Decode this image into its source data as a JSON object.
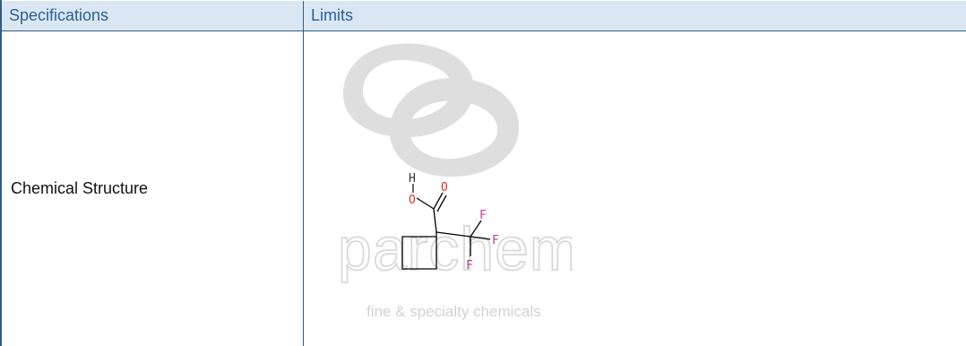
{
  "table": {
    "headers": [
      "Specifications",
      "Limits"
    ],
    "rows": [
      {
        "specification": "Chemical Structure",
        "structure": {
          "atoms": [
            "H",
            "O",
            "O",
            "F",
            "F",
            "F"
          ],
          "watermark": {
            "brand": "parchem",
            "tagline": "fine & specialty chemicals"
          }
        }
      }
    ]
  },
  "colors": {
    "header_bg": "#dae7f3",
    "header_text": "#2a5f95",
    "border": "#2e5c8a",
    "oxygen": "#e0302a",
    "fluorine": "#c03d8f"
  }
}
